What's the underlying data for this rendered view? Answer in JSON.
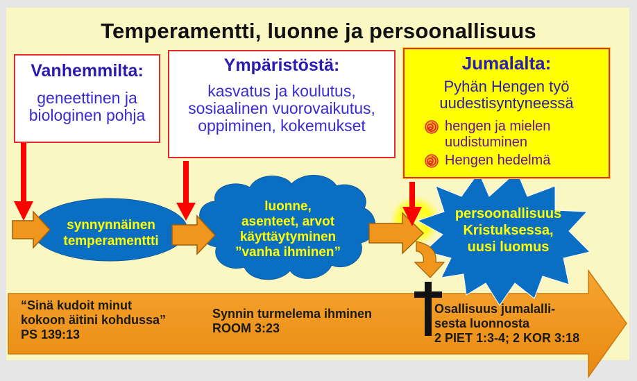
{
  "title": "Temperamentti, luonne ja persoonallisuus",
  "box_parents": {
    "heading": "Vanhemmilta:",
    "lines": [
      "geneettinen ja",
      "biologinen pohja"
    ]
  },
  "box_environment": {
    "heading": "Ympäristöstä:",
    "lines": [
      "kasvatus ja koulutus,",
      "sosiaalinen vuorovaikutus,",
      "oppiminen, kokemukset"
    ]
  },
  "box_god": {
    "heading": "Jumalalta:",
    "lines": [
      "Pyhän Hengen työ",
      "uudestisyntyneessä"
    ],
    "bullets": [
      "hengen ja mielen uudistuminen",
      "Hengen hedelmä"
    ]
  },
  "oval_label": [
    "synnynnäinen",
    "temperamenttti"
  ],
  "cloud_label": [
    "luonne,",
    "asenteet, arvot",
    "käyttäytyminen",
    "”vanha ihminen”"
  ],
  "star_label": [
    "persoonallisuus",
    "Kristuksessa,",
    "uusi luomus"
  ],
  "bottom_quote": {
    "line1": "“Sinä kudoit minut",
    "line2": "kokoon äitini kohdussa”",
    "ref": "PS 139:13"
  },
  "bottom_middle": {
    "line1": "Synnin turmelema ihminen",
    "ref": "ROOM 3:23"
  },
  "bottom_right": {
    "line1": "Osallisuus jumalalli-",
    "line2": "sesta luonnosta",
    "ref": "2 PIET 1:3-4; 2 KOR 3:18"
  },
  "colors": {
    "background": "#fbf7c2",
    "box_border": "#e32a2a",
    "heading": "#2b1cb0",
    "shape_fill": "#0a6fc2",
    "shape_text": "#ffff00",
    "arrow_orange": "#f0961c",
    "arrow_red": "#ff0000",
    "god_box": "#ffff00"
  }
}
